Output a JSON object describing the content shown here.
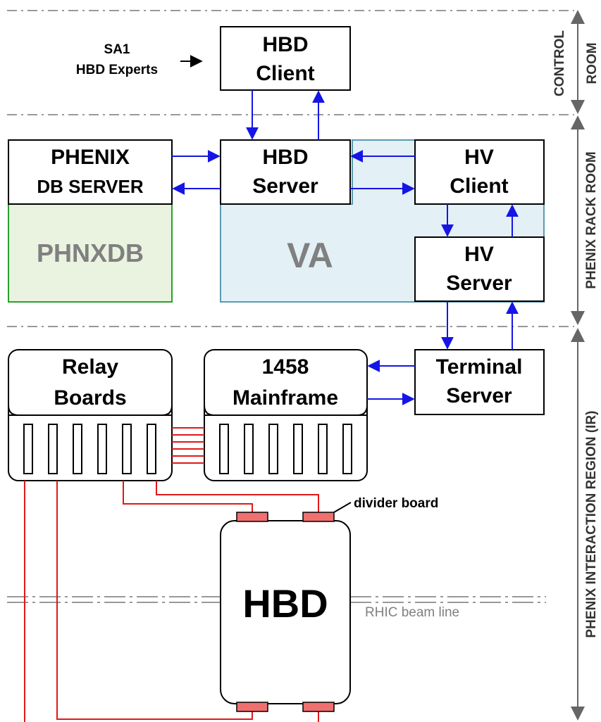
{
  "regions": {
    "control_room": {
      "line1": "CONTROL",
      "line2": "ROOM"
    },
    "rack_room": "PHENIX RACK ROOM",
    "ir": "PHENIX INTERACTION REGION (IR)"
  },
  "sa1": {
    "line1": "SA1",
    "line2": "HBD Experts"
  },
  "boxes": {
    "hbd_client": {
      "line1": "HBD",
      "line2": "Client"
    },
    "phenix_db": {
      "line1": "PHENIX",
      "line2": "DB SERVER"
    },
    "phnxdb": "PHNXDB",
    "hbd_server": {
      "line1": "HBD",
      "line2": "Server"
    },
    "va": "VA",
    "hv_client": {
      "line1": "HV",
      "line2": "Client"
    },
    "hv_server": {
      "line1": "HV",
      "line2": "Server"
    },
    "relay_boards": {
      "line1": "Relay",
      "line2": "Boards"
    },
    "mainframe": {
      "line1": "1458",
      "line2": "Mainframe"
    },
    "terminal_server": {
      "line1": "Terminal",
      "line2": "Server"
    },
    "hbd": "HBD"
  },
  "divider_board": "divider board",
  "beam_line": "RHIC beam line",
  "colors": {
    "arrow": "#1515e6",
    "cable": "#e01818",
    "connector": "#f07070",
    "va_fill": "#e3f0f6",
    "va_stroke": "#5b9bb0",
    "phnxdb_fill": "#e9f3e0",
    "phnxdb_stroke": "#2aa02a"
  }
}
